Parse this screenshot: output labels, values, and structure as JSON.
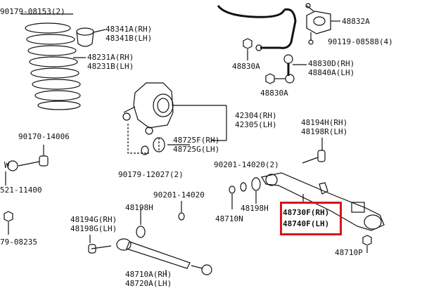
{
  "parts": {
    "p90179_08153": "90179-08153(2)",
    "p48341A": "48341A(RH)",
    "p48341B": "48341B(LH)",
    "p48231A": "48231A(RH)",
    "p48231B": "48231B(LH)",
    "p48832A": "48832A",
    "p90119_08588": "90119-08588(4)",
    "p48830A_top": "48830A",
    "p48830D": "48830D(RH)",
    "p48840A": "48840A(LH)",
    "p48830A_bot": "48830A",
    "p42304": "42304(RH)",
    "p42305": "42305(LH)",
    "p48725F": "48725F(RH)",
    "p48725G": "48725G(LH)",
    "p48194H": "48194H(RH)",
    "p48198R": "48198R(LH)",
    "p90170_14006": "90170-14006",
    "p90179_12027": "90179-12027(2)",
    "p90201_14020_a": "90201-14020(2)",
    "p90201_14020_b": "90201-14020",
    "p521_11400": "521-11400",
    "p48198H_a": "48198H",
    "p48198H_b": "48198H",
    "p48710N": "48710N",
    "p48730F": "48730F(RH)",
    "p48740F": "48740F(LH)",
    "p48194G": "48194G(RH)",
    "p48198G": "48198G(LH)",
    "p79_08235": "79-08235",
    "p48710A": "48710A(RH)",
    "p48720A": "48720A(LH)",
    "p48710P": "48710P",
    "pW": "W"
  },
  "highlight_color": "#d8141b"
}
